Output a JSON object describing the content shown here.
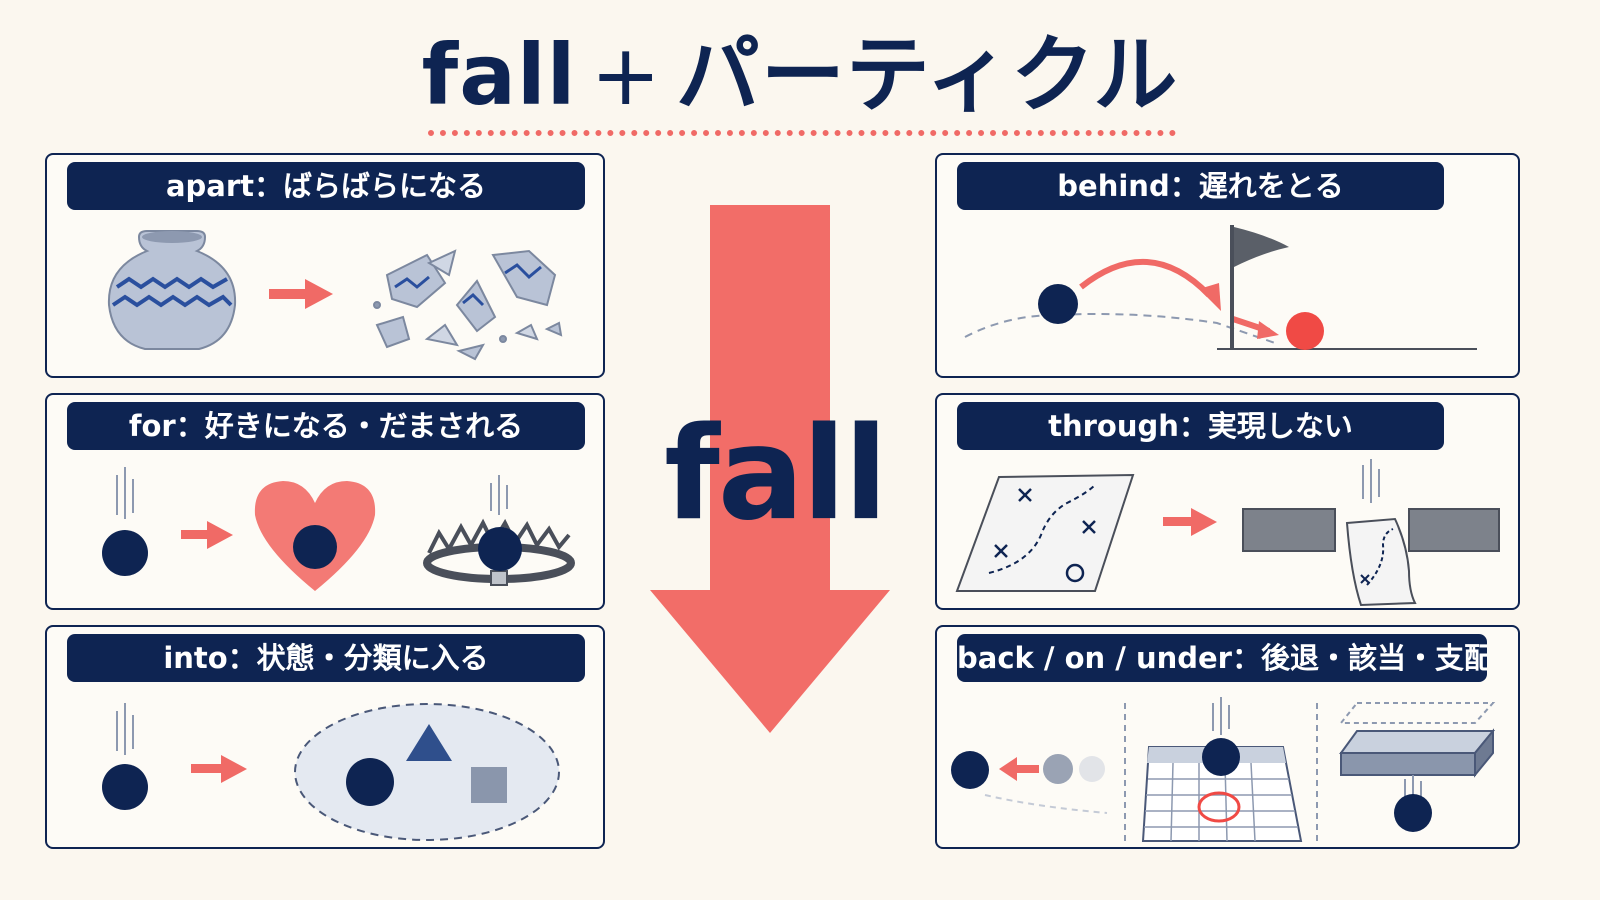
{
  "title": {
    "verb": "fall",
    "plus": "+",
    "particle": "パーティクル"
  },
  "center": {
    "word": "fall"
  },
  "cards": {
    "apart": {
      "label": "apart：ばらばらになる"
    },
    "for": {
      "label": "for：好きになる・だまされる"
    },
    "into": {
      "label": "into：状態・分類に入る"
    },
    "behind": {
      "label": "behind：遅れをとる"
    },
    "through": {
      "label": "through：実現しない"
    },
    "back_on_under": {
      "label": "back / on / under：後退・該当・支配下"
    }
  },
  "colors": {
    "navy": "#0e2452",
    "coral": "#f06a66",
    "background": "#fbf7ef"
  }
}
